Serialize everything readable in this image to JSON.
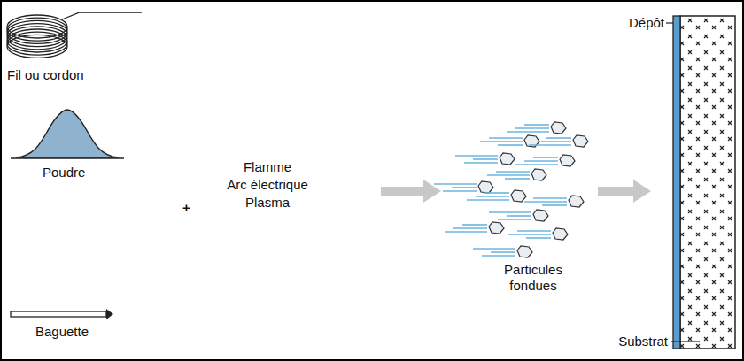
{
  "diagram": {
    "labels": [
      "Fil ou cordon",
      "Poudre",
      "Baguette",
      "+",
      "Flamme",
      "Arc électrique",
      "Plasma",
      "Particules fondues",
      "Dépôt",
      "Substrat"
    ]
  }
}
